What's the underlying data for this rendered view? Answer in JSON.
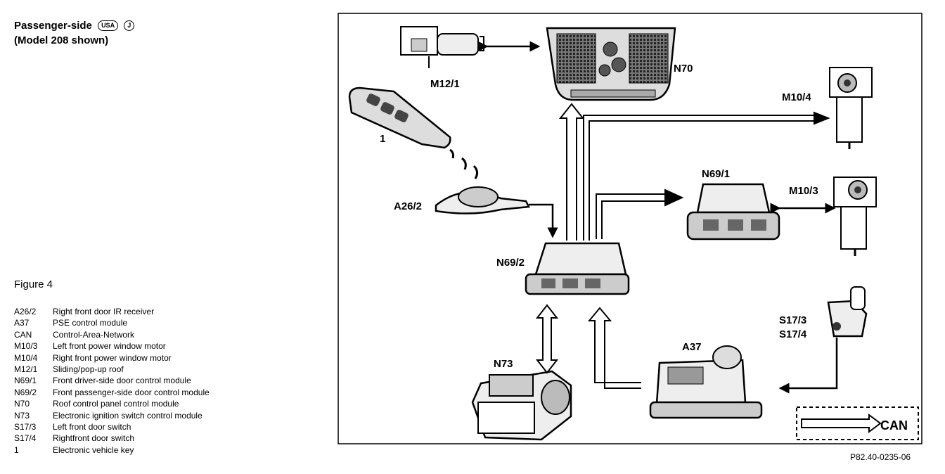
{
  "header": {
    "line1": "Passenger-side",
    "badge_usa": "USA",
    "badge_j": "J",
    "line2": "(Model 208 shown)"
  },
  "figure_caption": "Figure 4",
  "legend": [
    {
      "code": "A26/2",
      "desc": "Right front door IR receiver"
    },
    {
      "code": "A37",
      "desc": "PSE control module"
    },
    {
      "code": "CAN",
      "desc": "Control-Area-Network"
    },
    {
      "code": "M10/3",
      "desc": "Left front power window motor"
    },
    {
      "code": "M10/4",
      "desc": "Right front power window motor"
    },
    {
      "code": "M12/1",
      "desc": "Sliding/pop-up roof"
    },
    {
      "code": "N69/1",
      "desc": "Front driver-side door control module"
    },
    {
      "code": "N69/2",
      "desc": "Front passenger-side door control module"
    },
    {
      "code": "N70",
      "desc": "Roof control panel control module"
    },
    {
      "code": "N73",
      "desc": "Electronic ignition switch control module"
    },
    {
      "code": "S17/3",
      "desc": "Left front door switch"
    },
    {
      "code": "S17/4",
      "desc": "Rightfront door switch"
    },
    {
      "code": "1",
      "desc": "Electronic vehicle key"
    }
  ],
  "diagram_labels": {
    "m12_1": "M12/1",
    "n70": "N70",
    "m10_4": "M10/4",
    "key": "1",
    "n69_1": "N69/1",
    "m10_3": "M10/3",
    "a26_2": "A26/2",
    "n69_2": "N69/2",
    "s17_3": "S17/3",
    "s17_4": "S17/4",
    "a37": "A37",
    "n73": "N73",
    "can": "CAN"
  },
  "reference": "P82.40-0235-06"
}
